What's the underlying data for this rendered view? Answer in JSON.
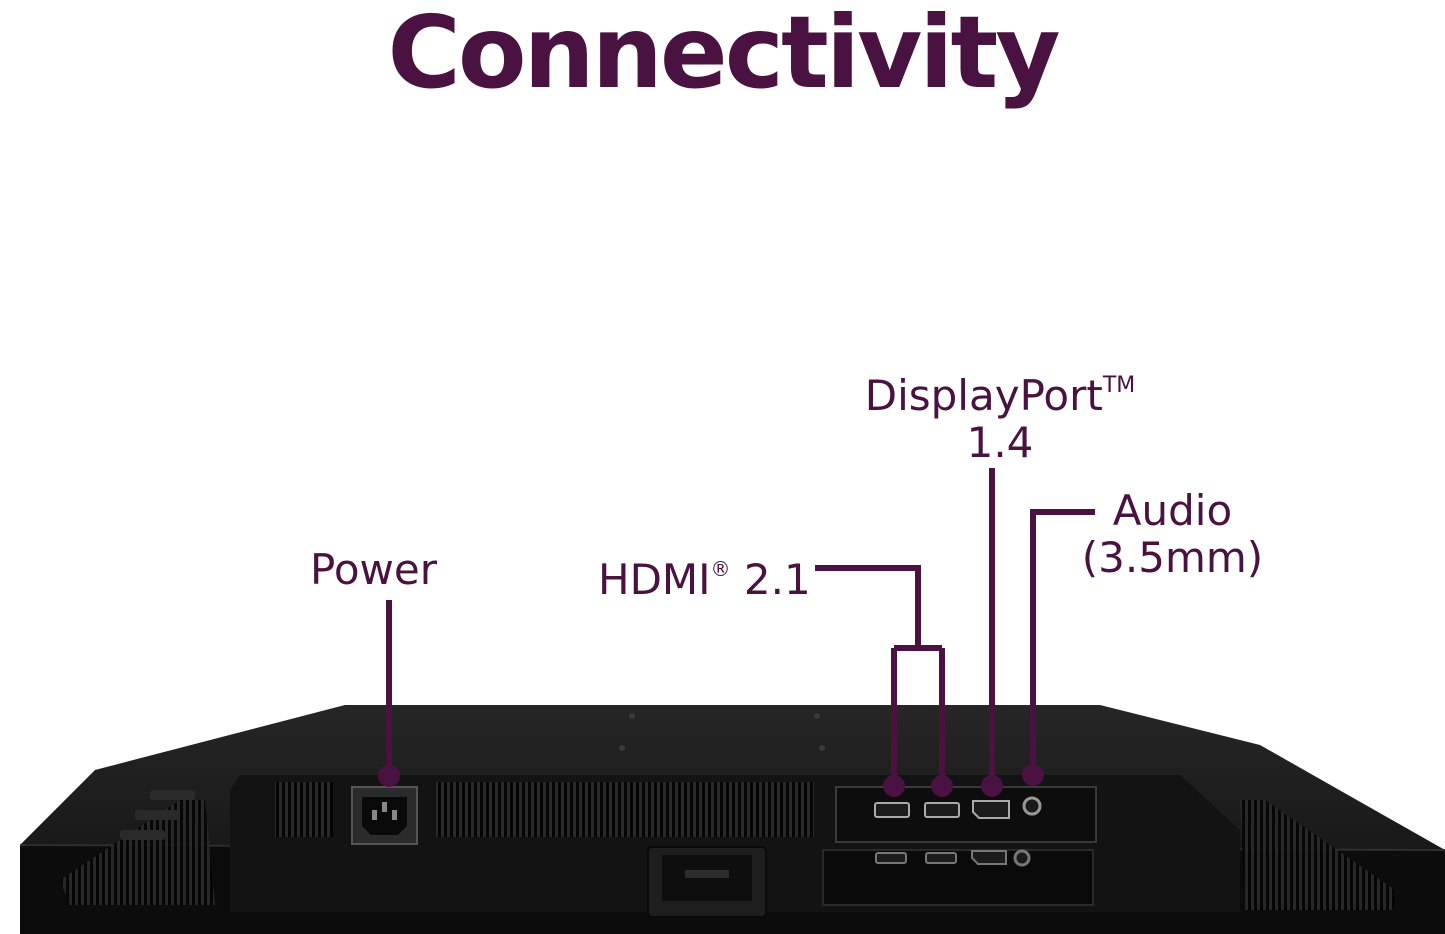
{
  "title": "Connectivity",
  "labels": {
    "power": "Power",
    "hdmi": "HDMI",
    "hdmi_mark": "®",
    "hdmi_version": "2.1",
    "displayport": "DisplayPort",
    "displayport_mark": "TM",
    "displayport_version": "1.4",
    "audio": "Audio",
    "audio_spec": "(3.5mm)"
  },
  "colors": {
    "accent": "#4a1240",
    "monitor": "#161616"
  },
  "icons": [
    "power-socket-icon",
    "hdmi-port-icon",
    "displayport-port-icon",
    "audio-jack-icon"
  ]
}
